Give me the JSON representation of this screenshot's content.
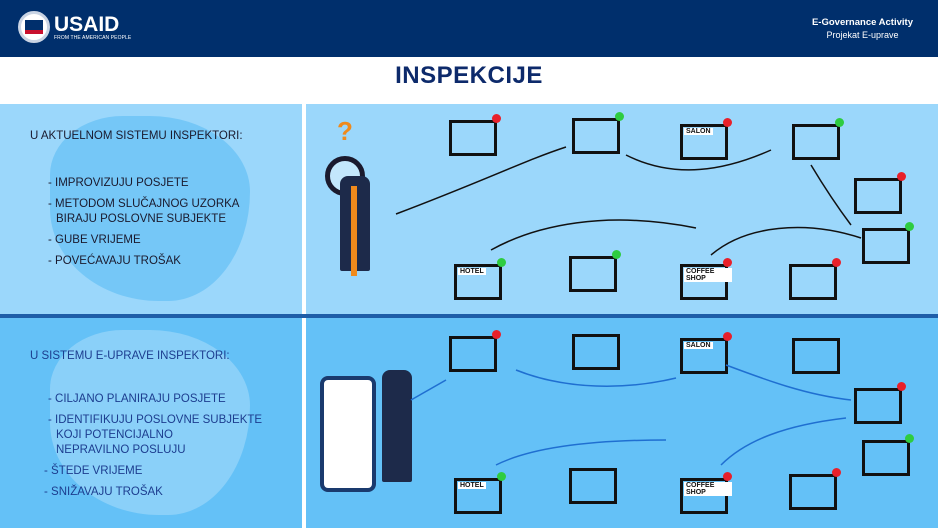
{
  "header": {
    "logo_text": "USAID",
    "logo_sub": "FROM THE AMERICAN PEOPLE",
    "project_en": "E-Governance Activity",
    "project_local": "Projekat E-uprave"
  },
  "title": "INSPEKCIJE",
  "colors": {
    "header": "#002f6c",
    "green": "#2ecc40",
    "red": "#e8202a"
  },
  "current": {
    "heading": "U AKTUELNOM SISTEMU INSPEKTORI:",
    "items": [
      "- IMPROVIZUJU POSJETE",
      "- METODOM SLUČAJNOG UZORKA",
      "  BIRAJU POSLOVNE SUBJEKTE",
      "- GUBE VRIJEME",
      "- POVEĆAVAJU TROŠAK"
    ]
  },
  "egov": {
    "heading": "U SISTEMU E-UPRAVE INSPEKTORI:",
    "items": [
      "- CILJANO PLANIRAJU POSJETE",
      "- IDENTIFIKUJU POSLOVNE SUBJEKTE",
      "  KOJI POTENCIJALNO",
      "  NEPRAVILNO POSLUJU",
      "- ŠTEDE VRIJEME",
      "- SNIŽAVAJU TROŠAK"
    ]
  },
  "icons": {
    "salon": "SALON",
    "hotel": "HOTEL",
    "coffee": "COFFEE SHOP"
  },
  "question_mark": "?"
}
